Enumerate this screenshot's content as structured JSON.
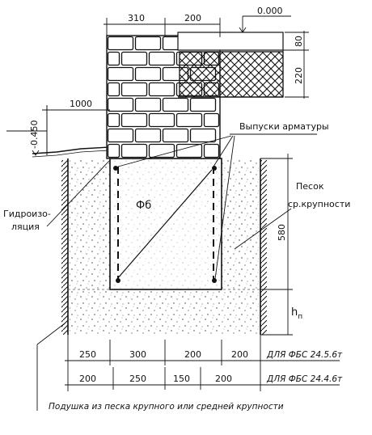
{
  "levels": {
    "zero": "0.000",
    "minus": "-0.450"
  },
  "top_dims": {
    "left": "310",
    "right": "200"
  },
  "slab_dims": {
    "top": "80",
    "bottom": "220"
  },
  "horizontal_dim": "1000",
  "callouts": {
    "rebar": "Выпуски арматуры",
    "sand_line1": "Песок",
    "sand_line2": "ср.крупности",
    "waterproof_line1": "Гидроизо-",
    "waterproof_line2": "ляция"
  },
  "block_label": "Фб",
  "vertical_dims": {
    "block_height": "580",
    "cushion": "h",
    "cushion_sub": "п"
  },
  "bottom_dims": {
    "row1": {
      "values": [
        "250",
        "300",
        "200",
        "200"
      ],
      "note": "ДЛЯ ФБС 24.5.6т"
    },
    "row2": {
      "values": [
        "200",
        "250",
        "150",
        "200"
      ],
      "note": "ДЛЯ ФБС 24.4.6т"
    }
  },
  "caption": "Подушка из песка крупного или средней крупности"
}
